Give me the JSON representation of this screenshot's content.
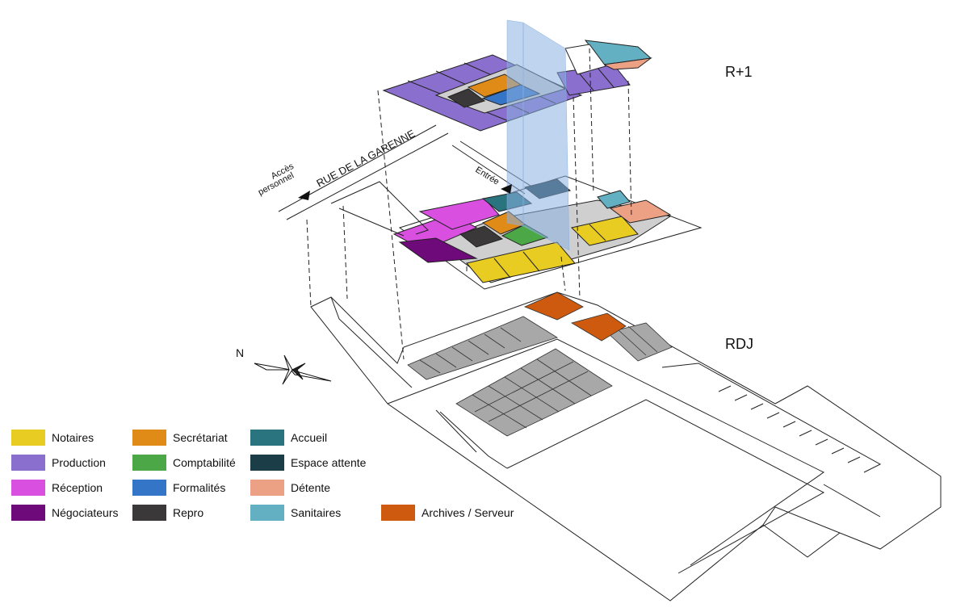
{
  "levels": {
    "upper": "R+1",
    "lower": "RDJ"
  },
  "street": {
    "name": "RUE DE LA GARENNE",
    "access_label_line1": "Accès",
    "access_label_line2": "personnel",
    "entrance_label": "Entrée"
  },
  "compass": {
    "north": "N"
  },
  "legend": [
    {
      "label": "Notaires",
      "color": "#E8CC22"
    },
    {
      "label": "Production",
      "color": "#8B6FCF"
    },
    {
      "label": "Réception",
      "color": "#D94FE0"
    },
    {
      "label": "Négociateurs",
      "color": "#6E0A7A"
    },
    {
      "label": "Secrétariat",
      "color": "#E08A18"
    },
    {
      "label": "Comptabilité",
      "color": "#4CA847"
    },
    {
      "label": "Formalités",
      "color": "#3575C8"
    },
    {
      "label": "Repro",
      "color": "#3A3838"
    },
    {
      "label": "Accueil",
      "color": "#2A7480"
    },
    {
      "label": "Espace attente",
      "color": "#1B3D48"
    },
    {
      "label": "Détente",
      "color": "#ECA084"
    },
    {
      "label": "Sanitaires",
      "color": "#63B0C2"
    },
    {
      "label": "Archives / Serveur",
      "color": "#CD5A0F"
    }
  ]
}
